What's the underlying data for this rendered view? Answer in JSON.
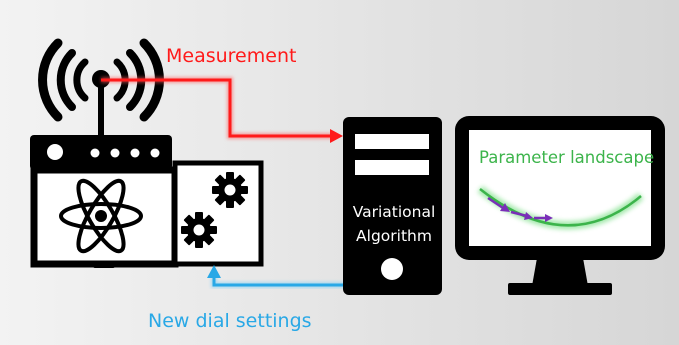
{
  "labels": {
    "measurement": "Measurement",
    "new_dial_settings": "New dial settings",
    "algorithm_line1": "Variational",
    "algorithm_line2": "Algorithm",
    "parameter_landscape": "Parameter landscape"
  },
  "colors": {
    "background_left": "#f3f3f3",
    "background_right": "#d6d6d6",
    "device": "#000000",
    "measurement_arrow": "#ff1a1a",
    "feedback_arrow": "#29a8e6",
    "landscape": "#3cb44b",
    "steps": "#7a2fb8"
  },
  "icons": [
    "wifi-antenna-icon",
    "atom-icon",
    "gear-icon",
    "computer-tower-icon",
    "monitor-icon"
  ]
}
